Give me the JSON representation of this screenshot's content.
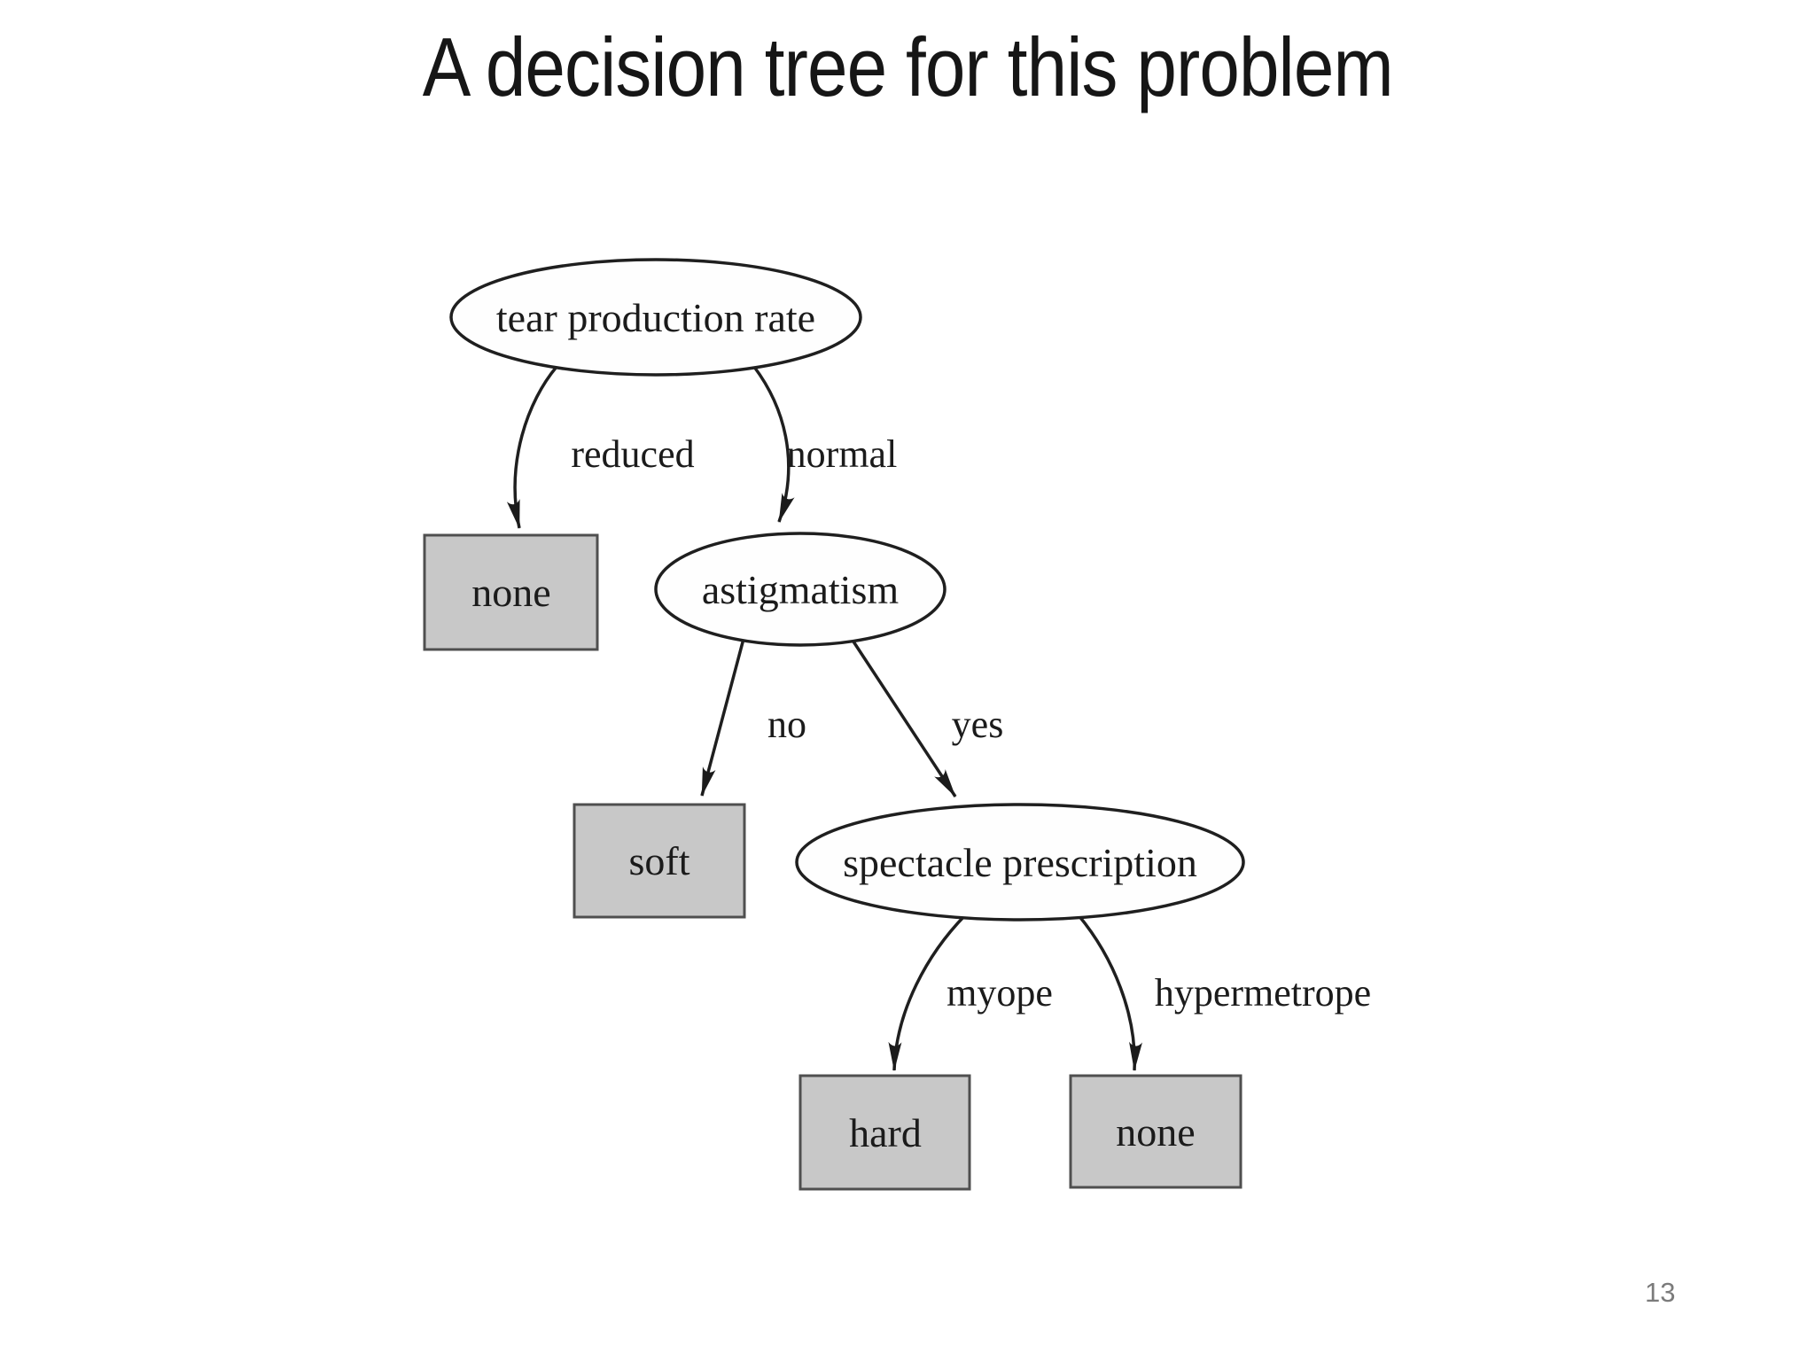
{
  "title": "A decision tree for this problem",
  "page_number": "13",
  "colors": {
    "background": "#ffffff",
    "leaf_fill": "#c8c8c8",
    "leaf_border": "#4f4f4f",
    "node_fill": "#fefefe",
    "stroke": "#1f1f1f",
    "text": "#1b1b1b",
    "page_number": "#7b7b7b"
  },
  "diagram": {
    "type": "decision-tree",
    "nodes": [
      {
        "id": "tear-production-rate",
        "kind": "decision",
        "label": "tear production rate"
      },
      {
        "id": "none-left",
        "kind": "leaf",
        "label": "none"
      },
      {
        "id": "astigmatism",
        "kind": "decision",
        "label": "astigmatism"
      },
      {
        "id": "soft",
        "kind": "leaf",
        "label": "soft"
      },
      {
        "id": "spectacle-prescription",
        "kind": "decision",
        "label": "spectacle prescription"
      },
      {
        "id": "hard",
        "kind": "leaf",
        "label": "hard"
      },
      {
        "id": "none-right",
        "kind": "leaf",
        "label": "none"
      }
    ],
    "edges": [
      {
        "from": "tear-production-rate",
        "to": "none-left",
        "label": "reduced"
      },
      {
        "from": "tear-production-rate",
        "to": "astigmatism",
        "label": "normal"
      },
      {
        "from": "astigmatism",
        "to": "soft",
        "label": "no"
      },
      {
        "from": "astigmatism",
        "to": "spectacle-prescription",
        "label": "yes"
      },
      {
        "from": "spectacle-prescription",
        "to": "hard",
        "label": "myope"
      },
      {
        "from": "spectacle-prescription",
        "to": "none-right",
        "label": "hypermetrope"
      }
    ]
  }
}
